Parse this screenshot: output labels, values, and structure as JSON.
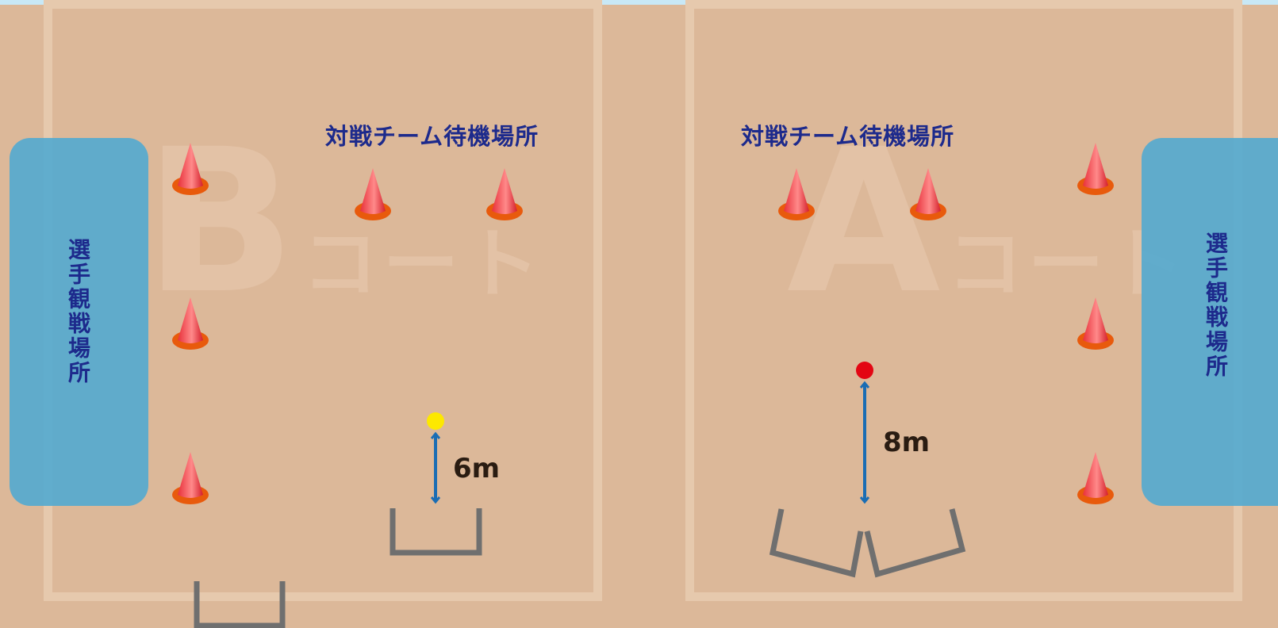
{
  "court_b": {
    "watermark_letter": "B",
    "watermark_word": "コート",
    "waiting_area_label": "対戦チーム待機場所",
    "spectator_area_label": "選手観戦場所",
    "throw_distance_label": "6m",
    "ball_color": "#fde800"
  },
  "court_a": {
    "watermark_letter": "A",
    "watermark_word": "コート",
    "waiting_area_label": "対戦チーム待機場所",
    "spectator_area_label": "選手観戦場所",
    "throw_distance_label": "8m",
    "ball_color": "#e30613"
  },
  "colors": {
    "floor": "#dcb899",
    "court_line": "#e6c9ad",
    "label_text": "#1d2a8c",
    "spectator_area": "#52aad0",
    "arrow": "#1a6db4",
    "frame": "#6f6f6f",
    "cone_base": "#e85a0c",
    "cone_body": "#e8303a"
  }
}
